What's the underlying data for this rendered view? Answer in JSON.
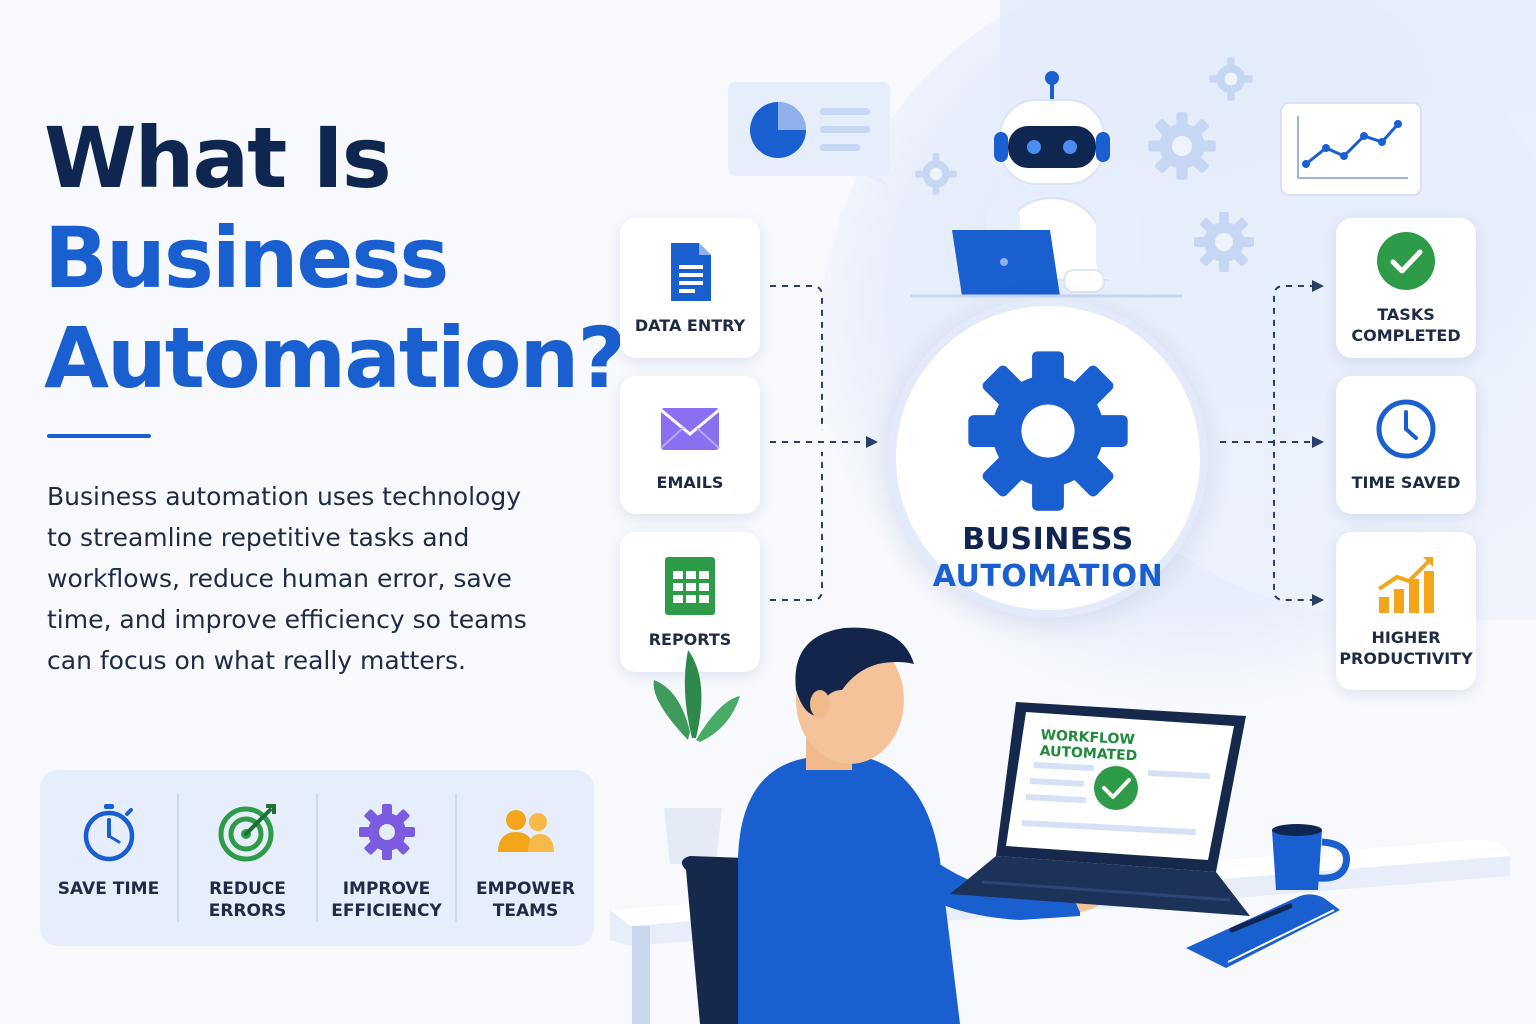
{
  "title": {
    "line1": "What Is",
    "line2": "Business",
    "line3": "Automation?"
  },
  "intro": "Business automation uses technology to streamline repetitive tasks and workflows, reduce human error, save time, and improve efficiency so teams can focus on what really matters.",
  "benefits": [
    {
      "label": "SAVE TIME",
      "icon": "stopwatch-icon",
      "color": "#1a5fd0"
    },
    {
      "label": "REDUCE\nERRORS",
      "icon": "target-icon",
      "color": "#2e9b48"
    },
    {
      "label": "IMPROVE\nEFFICIENCY",
      "icon": "gear-icon",
      "color": "#7b5be0"
    },
    {
      "label": "EMPOWER\nTEAMS",
      "icon": "team-icon",
      "color": "#f3a51b"
    }
  ],
  "inputs": [
    {
      "label": "DATA ENTRY",
      "icon": "document-icon",
      "color": "#1a5fd0"
    },
    {
      "label": "EMAILS",
      "icon": "envelope-icon",
      "color": "#8c6ff0"
    },
    {
      "label": "REPORTS",
      "icon": "spreadsheet-icon",
      "color": "#2e9b48"
    }
  ],
  "center": {
    "line1": "BUSINESS",
    "line2": "AUTOMATION",
    "icon": "gear-icon"
  },
  "outputs": [
    {
      "label": "TASKS\nCOMPLETED",
      "icon": "check-circle-icon",
      "color": "#2e9b48"
    },
    {
      "label": "TIME SAVED",
      "icon": "clock-icon",
      "color": "#1a5fd0"
    },
    {
      "label": "HIGHER\nPRODUCTIVITY",
      "icon": "growth-chart-icon",
      "color": "#f3a51b"
    }
  ],
  "laptop_status": "WORKFLOW AUTOMATED",
  "colors": {
    "navy": "#0f2650",
    "brand_blue": "#1a5fd0",
    "green": "#2e9b48",
    "purple": "#7b5be0",
    "orange": "#f3a51b"
  }
}
